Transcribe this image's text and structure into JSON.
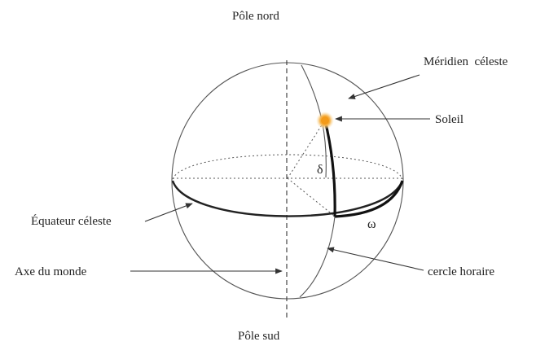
{
  "labels": {
    "north_pole": "Pôle nord",
    "south_pole": "Pôle sud",
    "celestial_meridian": "Méridien  céleste",
    "sun": "Soleil",
    "celestial_equator": "Équateur céleste",
    "world_axis": "Axe du monde",
    "hour_circle": "cercle horaire",
    "declination": "δ",
    "hour_angle": "ω"
  },
  "colors": {
    "line": "#444444",
    "thick_line": "#111111",
    "sun": "#f5a623",
    "sun_glow": "#fde3b0"
  }
}
